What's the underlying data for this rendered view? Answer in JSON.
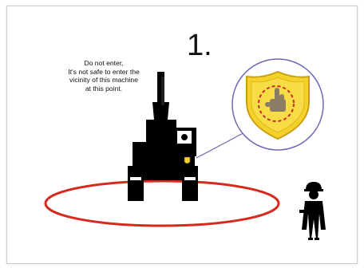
{
  "step_number": "1.",
  "warning": {
    "lines": [
      "Do not enter,",
      "It's not safe to enter the",
      "vicinity of this machine",
      "at this point."
    ]
  },
  "icons": {
    "machine": "excavator-icon",
    "badge": "stop-hand-shield-icon",
    "person": "worker-icon"
  },
  "colors": {
    "danger_zone": "#d52a1e",
    "shield_fill": "#f4d22b",
    "shield_stroke": "#c99f10",
    "hand": "#8a7d64",
    "silhouette": "#000000",
    "callout_border": "#6b6ab5"
  }
}
